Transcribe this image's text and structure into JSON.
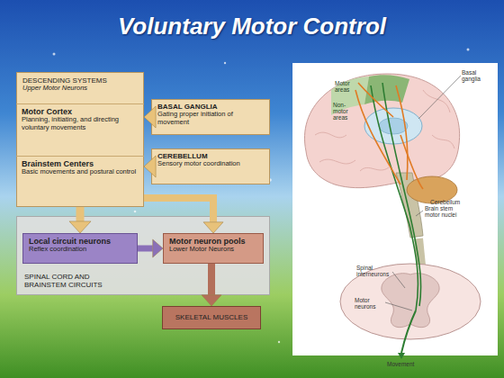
{
  "diagram": {
    "title": "Voluntary Motor Control",
    "nodes": [
      {
        "text": [
          "DESCENDING SYSTEMS",
          "Upper Motor Neurons"
        ]
      },
      {
        "text": [
          "Motor Cortex",
          "Planning, initiating, and directing voluntary movements"
        ],
        "in": 0
      },
      {
        "text": [
          "Brainstem Centers",
          "Basic movements and postural control"
        ],
        "in": 0
      },
      {
        "text": [
          "BASAL GANGLIA",
          "Gating proper initiation of movement"
        ]
      },
      {
        "text": [
          "CEREBELLUM",
          "Sensory motor coordination"
        ]
      },
      {
        "text": [
          "SPINAL CORD AND BRAINSTEM CIRCUITS"
        ]
      },
      {
        "text": [
          "Local circuit neurons",
          "Reflex coordination"
        ],
        "in": 5
      },
      {
        "text": [
          "Motor neuron pools",
          "Lower Motor Neurons"
        ],
        "in": 5
      },
      {
        "text": [
          "SKELETAL MUSCLES"
        ]
      }
    ],
    "edges": [
      {
        "from": 3,
        "to": 1,
        "arrow": "to"
      },
      {
        "from": 4,
        "to": 2,
        "arrow": "to"
      },
      {
        "from": 0,
        "to": 6,
        "arrow": "to"
      },
      {
        "from": 0,
        "to": 7,
        "arrow": "to"
      },
      {
        "from": 6,
        "to": 7,
        "arrow": "to"
      },
      {
        "from": 7,
        "to": 8,
        "arrow": "to"
      }
    ],
    "labels": [
      "Basal ganglia",
      "Motor areas",
      "Non-motor areas",
      "Cerebellum",
      "Brain stem motor nuclei",
      "Spinal interneurons",
      "Motor neurons",
      "Movement"
    ]
  }
}
